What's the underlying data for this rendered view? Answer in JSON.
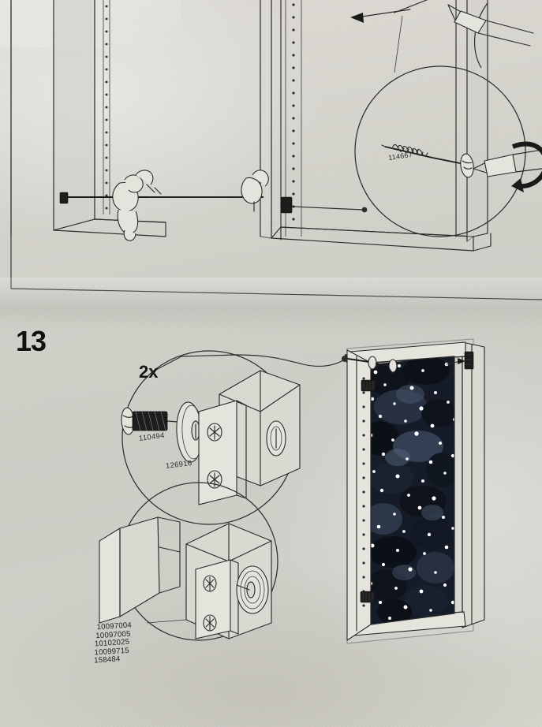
{
  "document": {
    "type": "furniture-assembly-instruction-page",
    "step_number": "13",
    "paper_color": "#d3d2cb",
    "ink_color": "#2b2b2b"
  },
  "top_panel": {
    "name": "previous-step-illustration",
    "description": "Two cabinet frames joined side by side, hand inserting connecting rod through drilled holes in side panels",
    "detail_circle": {
      "name": "screw-detail",
      "part_number": "114667",
      "tool": "screwdriver",
      "rotation_arrow": "clockwise"
    }
  },
  "step13": {
    "number": "13",
    "quantity_label": "2x",
    "detail_circle_top": {
      "name": "cam-screw-detail",
      "parts": [
        {
          "number": "110494",
          "description": "screw"
        },
        {
          "number": "126916",
          "description": "washer"
        }
      ]
    },
    "detail_circle_bottom": {
      "name": "bracket-mount-detail",
      "description": "Wall bracket fitted onto cabinet cam fitting"
    },
    "part_list": [
      "10097004",
      "10097005",
      "10102025",
      "10099715",
      "158484"
    ],
    "cabinet": {
      "name": "wall-cabinet-with-patterned-back",
      "back_panel_pattern": "dark mottled starry night",
      "back_panel_colors": [
        "#141a24",
        "#20293a",
        "#384559",
        "#ffffff"
      ],
      "fittings": [
        "top-bracket",
        "bottom-bracket",
        "connector-pins"
      ]
    }
  }
}
